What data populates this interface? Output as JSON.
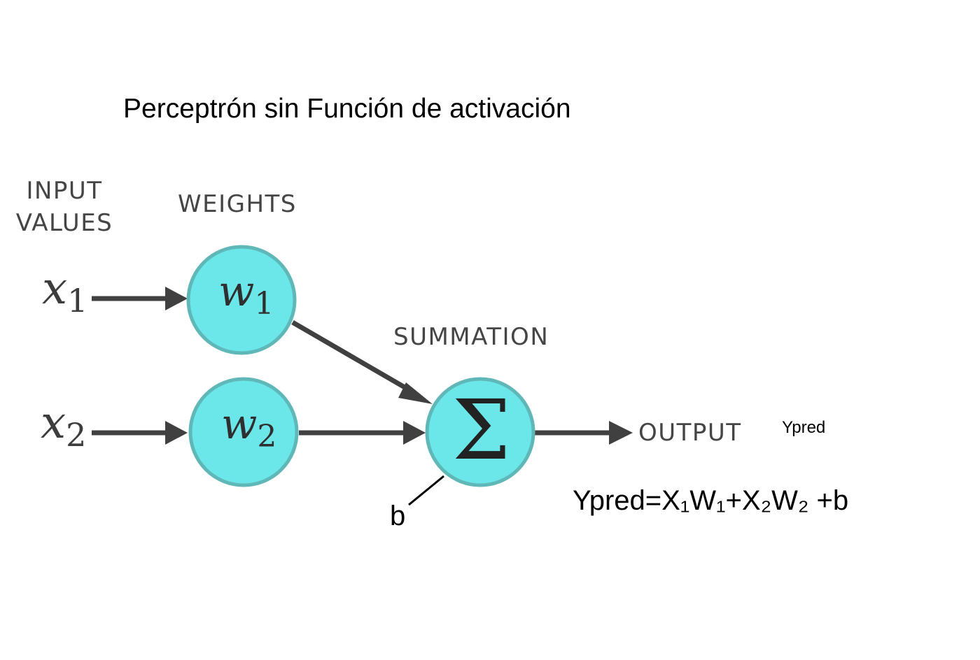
{
  "title": "Perceptrón sin Función de activación",
  "labels": {
    "input_line1": "INPUT",
    "input_line2": "VALUES",
    "weights": "WEIGHTS",
    "summation": "SUMMATION",
    "output": "OUTPUT"
  },
  "inputs": [
    {
      "var": "x",
      "sub": "1"
    },
    {
      "var": "x",
      "sub": "2"
    }
  ],
  "weights": [
    {
      "var": "w",
      "sub": "1"
    },
    {
      "var": "w",
      "sub": "2"
    }
  ],
  "summation_symbol": "Σ",
  "bias": "b",
  "output_name": "Ypred",
  "formula": "Ypred=X₁W₁+X₂W₂  +b",
  "colors": {
    "node_fill": "#6be6e9",
    "node_stroke": "#5fb7b8",
    "arrow": "#404040",
    "text_gray": "#454545"
  }
}
